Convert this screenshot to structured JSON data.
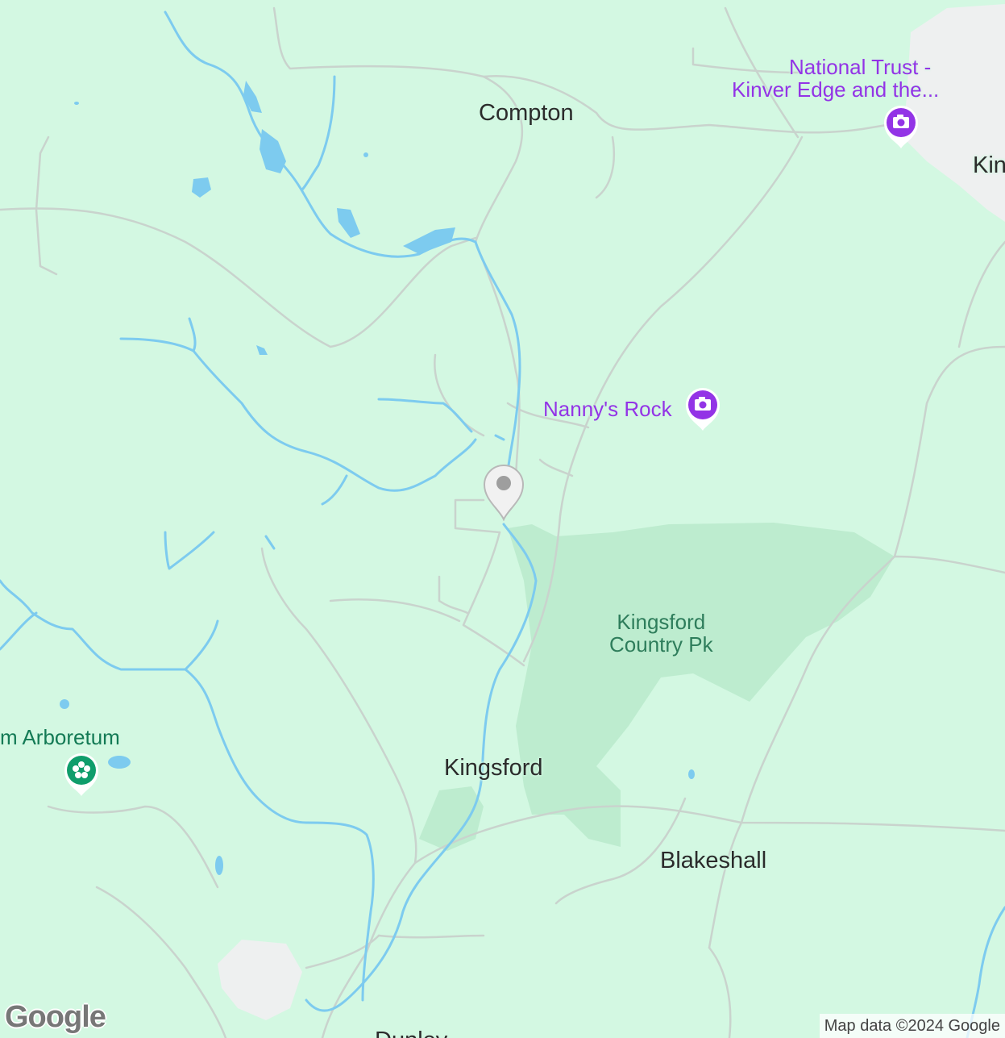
{
  "map": {
    "places": {
      "compton": "Compton",
      "kingsford": "Kingsford",
      "blakeshall": "Blakeshall",
      "kinver_partial": "Kin",
      "bottom_partial": "Dunley"
    },
    "pois": {
      "national_trust_line1": "National Trust -",
      "national_trust_line2": "Kinver Edge and the...",
      "nannys_rock": "Nanny's Rock",
      "arboretum": "m Arboretum"
    },
    "park": {
      "line1": "Kingsford",
      "line2": "Country Pk"
    },
    "branding": {
      "logo": "Google",
      "attribution": "Map data ©2024 Google"
    },
    "icons": {
      "poi_marker": "camera-pin-icon",
      "garden_marker": "flower-pin-icon",
      "location_marker": "location-pin-icon"
    },
    "colors": {
      "land": "#d3f8e2",
      "park": "#bdeccf",
      "water": "#7dcbef",
      "road": "#c9d3cd",
      "urban": "#eef0f0",
      "poi": "#9334e6",
      "garden": "#0f9d6b"
    }
  }
}
